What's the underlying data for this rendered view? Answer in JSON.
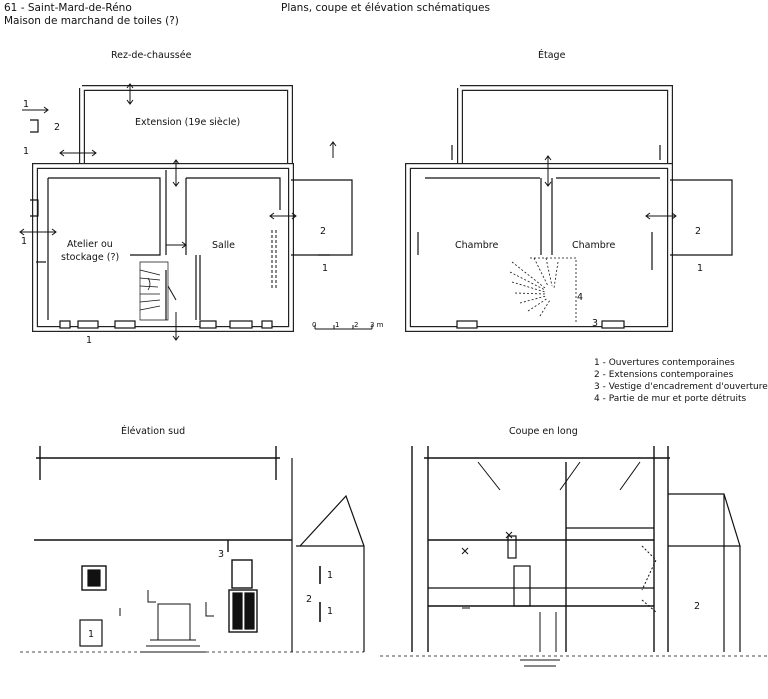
{
  "header": {
    "location": "61 - Saint-Mard-de-Réno",
    "subtitle": "Maison de marchand de toiles (?)",
    "title": "Plans, coupe et élévation schématiques"
  },
  "ground_floor": {
    "heading": "Rez-de-chaussée",
    "rooms": {
      "extension": "Extension (19e siècle)",
      "atelier_line1": "Atelier ou",
      "atelier_line2": "stockage (?)",
      "salle": "Salle"
    },
    "markers": {
      "m1_top": "1",
      "m2_left": "2",
      "m1_mid": "1",
      "m1_left": "1",
      "m2_right": "2",
      "m1_right": "1",
      "m1_bottom": "1"
    },
    "scale": {
      "t0": "0",
      "t1": "1",
      "t2": "2",
      "t3": "3 m"
    }
  },
  "upper_floor": {
    "heading": "Étage",
    "rooms": {
      "left": "Chambre",
      "right": "Chambre"
    },
    "markers": {
      "m2": "2",
      "m1": "1",
      "m4": "4",
      "m3": "3"
    }
  },
  "legend": {
    "items": [
      "1 - Ouvertures contemporaines",
      "2 - Extensions contemporaines",
      "3 - Vestige d'encadrement d'ouverture",
      "4 - Partie de mur et porte détruits"
    ]
  },
  "elevation": {
    "heading": "Élévation sud",
    "markers": {
      "m3": "3",
      "m1_door": "1",
      "m2": "2",
      "m1a": "1",
      "m1b": "1"
    }
  },
  "section": {
    "heading": "Coupe en long",
    "markers": {
      "m2": "2"
    }
  }
}
